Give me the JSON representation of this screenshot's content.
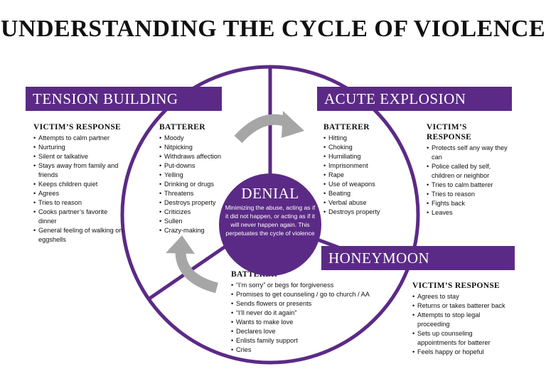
{
  "title": "UNDERSTANDING THE CYCLE OF VIOLENCE",
  "center": {
    "heading": "DENIAL",
    "description": "Minimizing the abuse, acting as if it did not happen, or acting as if it will never happen again. This perpetuates the cycle of violence"
  },
  "phases": {
    "tension": {
      "label": "TENSION BUILDING",
      "victim_heading": "VICTIM’S RESPONSE",
      "victim": [
        "Attempts to calm partner",
        "Nurturing",
        "Silent or talkative",
        "Stays away from family and friends",
        "Keeps children quiet",
        "Agrees",
        "Tries to reason",
        "Cooks partner’s favorite dinner",
        "General feeling of walking on eggshells"
      ],
      "batterer_heading": "BATTERER",
      "batterer": [
        "Moody",
        "Nitpicking",
        "Withdraws affection",
        "Put-downs",
        "Yelling",
        "Drinking or drugs",
        "Threatens",
        "Destroys property",
        "Criticizes",
        "Sullen",
        "Crazy-making"
      ]
    },
    "explosion": {
      "label": "ACUTE EXPLOSION",
      "batterer_heading": "BATTERER",
      "batterer": [
        "Hitting",
        "Choking",
        "Humiliating",
        "Imprisonment",
        "Rape",
        "Use of weapons",
        "Beating",
        "Verbal abuse",
        "Destroys property"
      ],
      "victim_heading": "VICTIM’S RESPONSE",
      "victim": [
        "Protects self any way they can",
        "Police called by self, children or neighbor",
        "Tries to calm batterer",
        "Tries to reason",
        "Fights back",
        "Leaves"
      ]
    },
    "honeymoon": {
      "label": "HONEYMOON",
      "batterer_heading": "BATTERER",
      "batterer": [
        "“I’m sorry” or begs for forgiveness",
        "Promises to get counseling / go to church / AA",
        "Sends flowers or presents",
        "“I’ll never do it again”",
        "Wants to make love",
        "Declares love",
        "Enlists family support",
        "Cries"
      ],
      "victim_heading": "VICTIM’S RESPONSE",
      "victim": [
        "Agrees to stay",
        "Returns or takes batterer back",
        "Attempts to stop legal proceeding",
        "Sets up counseling appointments for batterer",
        "Feels happy or hopeful"
      ]
    }
  },
  "colors": {
    "purple": "#5b2a86",
    "arrow_gray": "#a6a6a6",
    "text": "#111111",
    "background": "#ffffff"
  }
}
